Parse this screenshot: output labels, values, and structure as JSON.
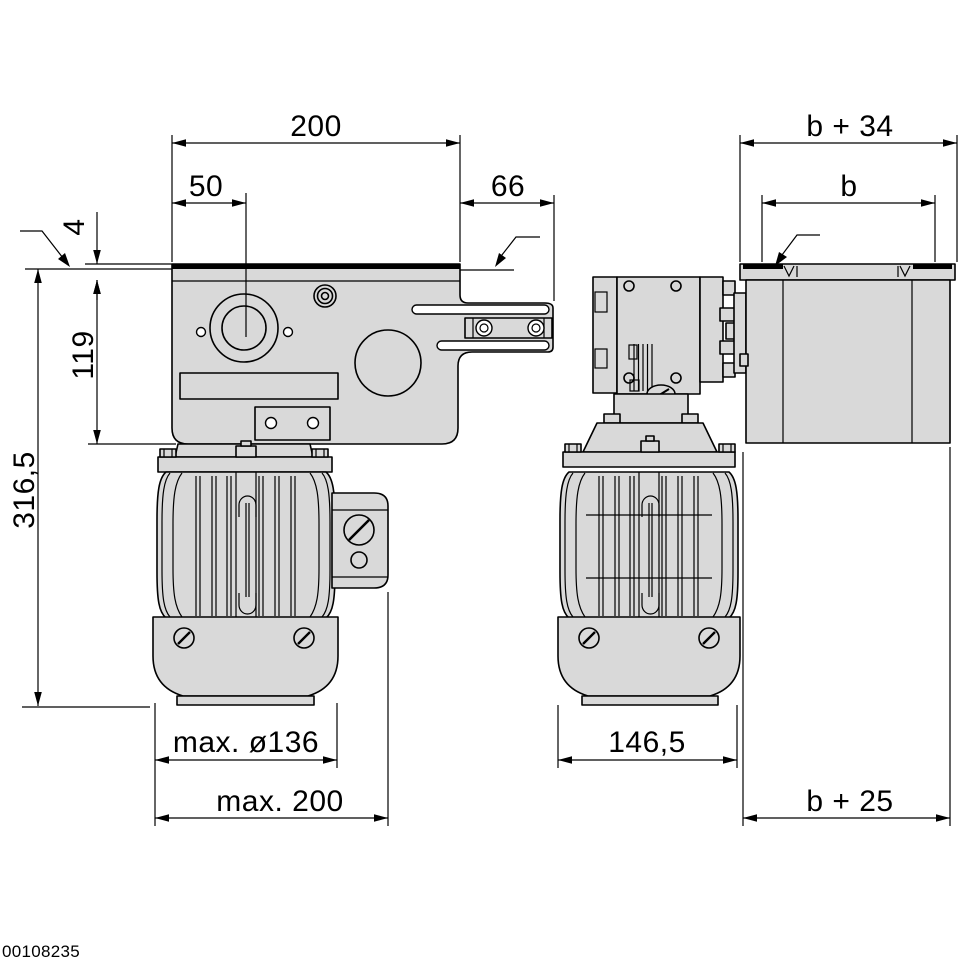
{
  "drawing": {
    "document_number": "00108235",
    "colors": {
      "body_fill": "#d9d9d9",
      "line": "#000000",
      "background": "#ffffff"
    },
    "front_view": {
      "dim_width_total": "200",
      "dim_shaft_center": "50",
      "dim_arm": "66",
      "dim_plate_thickness": "4",
      "dim_housing_height": "119",
      "dim_total_height": "316,5",
      "dim_fan_diameter": "max. ø136",
      "dim_depth_max": "max. 200"
    },
    "side_view": {
      "dim_bracket_outer": "b + 34",
      "dim_bracket_inner": "b",
      "dim_motor_width": "146,5",
      "dim_bracket_bottom": "b + 25"
    }
  }
}
